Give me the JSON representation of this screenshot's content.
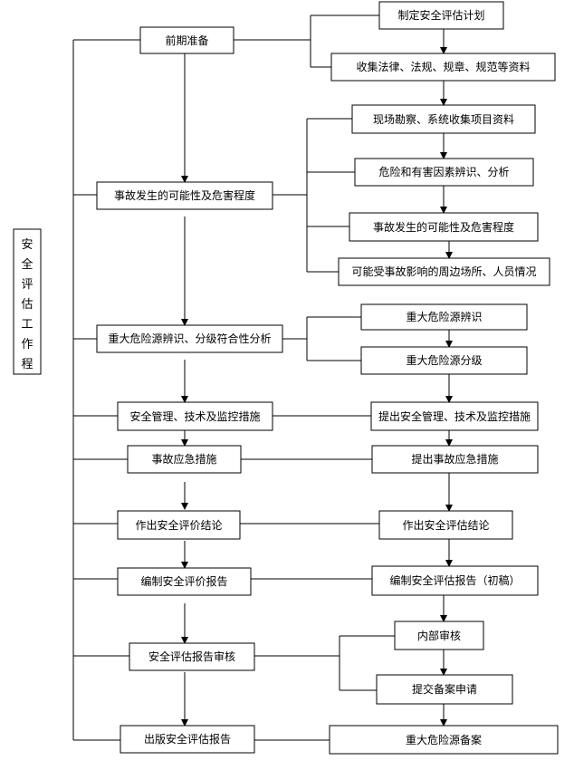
{
  "side_label": [
    "安",
    "全",
    "评",
    "估",
    "工",
    "作",
    "程"
  ],
  "left": {
    "prep": "前期准备",
    "accident": "事故发生的可能性及危害程度",
    "hazard": "重大危险源辨识、分级符合性分析",
    "mgmt": "安全管理、技术及监控措施",
    "emergency": "事故应急措施",
    "conclusion": "作出安全评价结论",
    "report": "编制安全评价报告",
    "review": "安全评估报告审核",
    "publish": "出版安全评估报告"
  },
  "right": {
    "plan": "制定安全评估计划",
    "collect": "收集法律、法规、规章、规范等资料",
    "survey": "现场勘察、系统收集项目资料",
    "factors": "危险和有害因素辨识、分析",
    "accident": "事故发生的可能性及危害程度",
    "affected": "可能受事故影响的周边场所、人员情况",
    "hazard_id": "重大危险源辨识",
    "hazard_grade": "重大危险源分级",
    "mgmt": "提出安全管理、技术及监控措施",
    "emergency": "提出事故应急措施",
    "conclusion": "作出安全评估结论",
    "report": "编制安全评估报告（初稿）",
    "internal": "内部审核",
    "submit": "提交备案申请",
    "record": "重大危险源备案"
  }
}
